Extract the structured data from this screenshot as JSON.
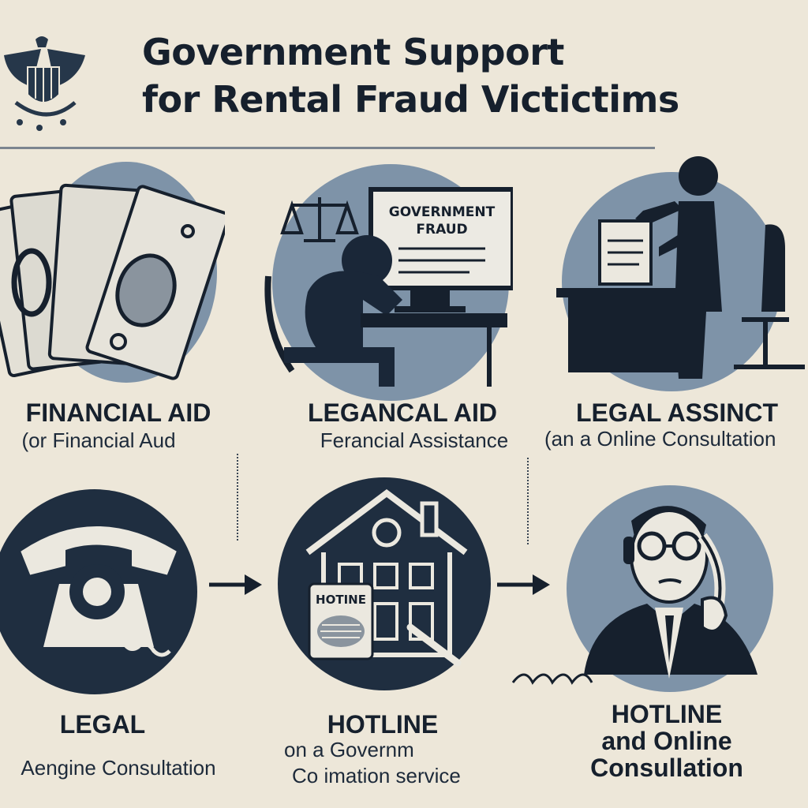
{
  "header": {
    "title_line1": "Government Support",
    "title_line2": "for Rental Fraud Victictims"
  },
  "panels": [
    {
      "title": "FINANCIAL AID",
      "subtitle": "(or Financial Aud"
    },
    {
      "title": "LEGANCAL AID",
      "subtitle": "Ferancial  Assistance",
      "screen_line1": "GOVERNMENT",
      "screen_line2": "FRAUD"
    },
    {
      "title": "LEGAL ASSINCT",
      "subtitle": "(an a Online Consultation"
    },
    {
      "title": "LEGAL",
      "subtitle": "Aengine Consultation"
    },
    {
      "title": "HOTLINE",
      "subtitle_line1": "on a Governm",
      "subtitle_line2": "Co   imation service",
      "sign": "HOTINE"
    },
    {
      "title_line1": "HOTLINE",
      "title_line2": "and Online",
      "title_line3": "Consullation"
    }
  ],
  "colors": {
    "background": "#ede7d9",
    "navy": "#1f2e40",
    "steel": "#7e93a8",
    "ink": "#16202d"
  },
  "icons": [
    "eagle-seal-icon",
    "money-bills-icon",
    "scales-icon",
    "worried-person-icon",
    "document-signing-icon",
    "telephone-icon",
    "house-icon",
    "call-center-agent-icon",
    "arrow-right-icon"
  ]
}
